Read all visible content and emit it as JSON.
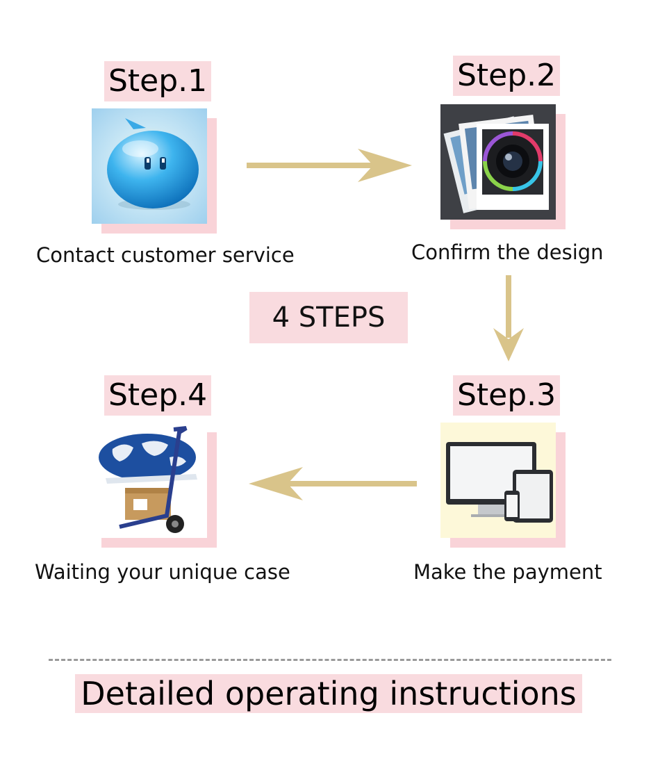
{
  "steps": [
    {
      "label": "Step.1",
      "caption": "Contact customer service",
      "icon": "chat-bubble-icon"
    },
    {
      "label": "Step.2",
      "caption": "Confirm the design",
      "icon": "camera-photos-icon"
    },
    {
      "label": "Step.3",
      "caption": "Make the payment",
      "icon": "devices-icon"
    },
    {
      "label": "Step.4",
      "caption": "Waiting your unique case",
      "icon": "shipping-icon"
    }
  ],
  "center_badge": "4 STEPS",
  "footer_title": "Detailed operating instructions",
  "colors": {
    "pink": "#f9dbdf",
    "arrow": "#d9c48a",
    "dashed_line": "#9a9a9a"
  }
}
